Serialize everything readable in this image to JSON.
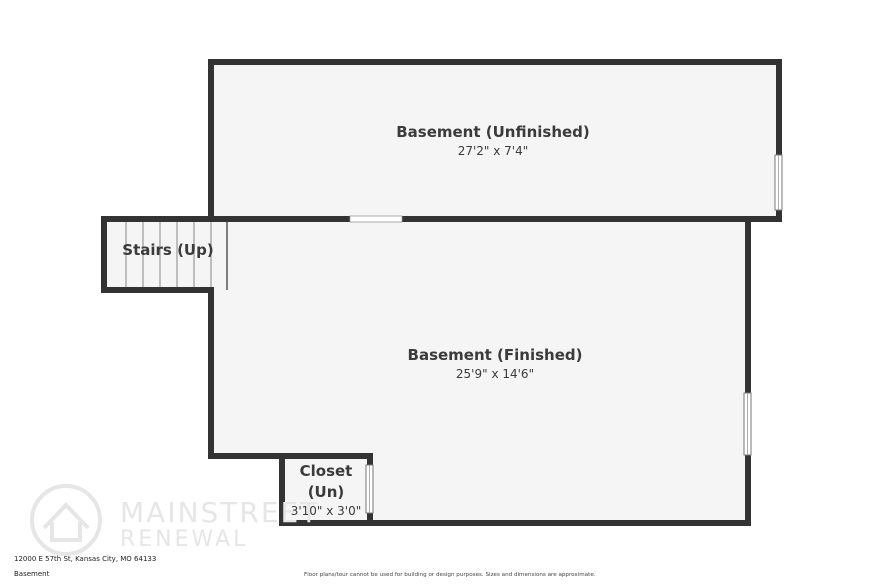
{
  "rooms": {
    "basement_unfinished": {
      "name": "Basement (Unfinished)",
      "dimensions": "27'2\" x 7'4\""
    },
    "stairs": {
      "name": "Stairs (Up)"
    },
    "basement_finished": {
      "name": "Basement (Finished)",
      "dimensions": "25'9\" x 14'6\""
    },
    "closet": {
      "name_line1": "Closet",
      "name_line2": "(Un)",
      "dimensions": "3'10\" x 3'0\""
    }
  },
  "watermark": {
    "brand": "MAINSTREET",
    "sub": "RENEWAL"
  },
  "footer": {
    "address": "12000 E 57th St, Kansas City, MO 64133",
    "level": "Basement",
    "disclaimer": "Floor plans/tour cannot be used for building or design purposes. Sizes and dimensions are approximate."
  },
  "colors": {
    "wall": "#333333",
    "floor": "#f5f5f5",
    "watermark": "#e6e6e6"
  }
}
